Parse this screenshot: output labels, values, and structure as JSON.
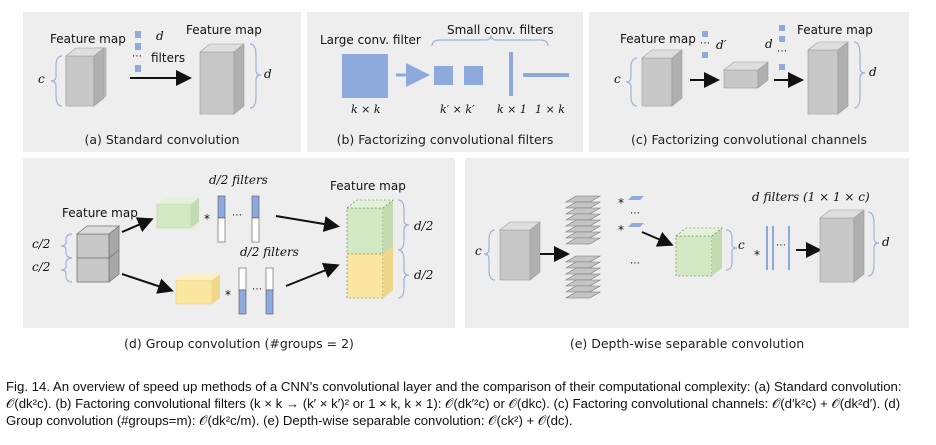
{
  "panels": {
    "a": {
      "caption": "(a) Standard convolution",
      "feature_map_in": "Feature map",
      "feature_map_out": "Feature map",
      "c": "c",
      "d_top": "d",
      "dots": "⋯",
      "filters": "filters",
      "d_right": "d"
    },
    "b": {
      "caption": "(b) Factorizing convolutional filters",
      "large": "Large conv. filter",
      "small": "Small conv. filters",
      "kxk": "k × k",
      "k2": "k′ × k′",
      "kx1": "k × 1",
      "1xk": "1 × k"
    },
    "c": {
      "caption": "(c) Factorizing convolutional channels",
      "feature_map_in": "Feature map",
      "feature_map_out": "Feature map",
      "c": "c",
      "d_prime": "d′",
      "d_top": "d",
      "d_right": "d",
      "dots": "⋯"
    },
    "d": {
      "caption": "(d) Group convolution (#groups = 2)",
      "feature_map_in": "Feature map",
      "feature_map_out": "Feature map",
      "c2_top": "c/2",
      "c2_bottom": "c/2",
      "filters_top": "d/2 filters",
      "filters_bottom": "d/2 filters",
      "d2_top": "d/2",
      "d2_bottom": "d/2",
      "star": "*",
      "dots": "⋯"
    },
    "e": {
      "caption": "(e) Depth-wise separable convolution",
      "c_left": "c",
      "c_right": "c",
      "filters": "d filters (1 × 1 × c)",
      "d_right": "d",
      "star": "*",
      "dots": "⋯"
    }
  },
  "figure_caption": "Fig. 14.  An overview of speed up methods of a CNN’s convolutional layer and the comparison of their computational complexity: (a) Standard convolution: 𝒪(dk²c). (b) Factoring convolutional filters (k × k → (k′ × k′)² or 1 × k, k × 1): 𝒪(dk′²c) or 𝒪(dkc). (c) Factoring convolutional channels: 𝒪(d′k²c) + 𝒪(dk²d′). (d) Group convolution (#groups=m): 𝒪(dk²c/m). (e) Depth-wise separable convolution: 𝒪(ck²) + 𝒪(dc).",
  "colors": {
    "panel_bg": "#eeeeee",
    "filter_blue": "#8ea9dc",
    "cube_gray": "#c8c8c8",
    "green": "#d3e9c4",
    "yellow": "#fbe6a0",
    "brace": "#9db3d9"
  }
}
